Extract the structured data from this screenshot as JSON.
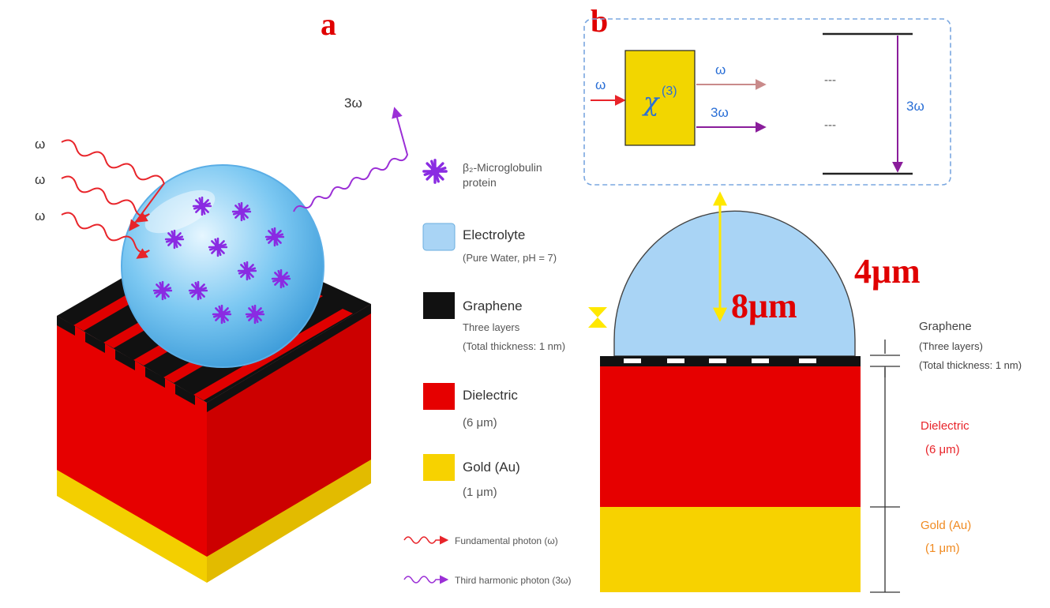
{
  "panels": {
    "a": "a",
    "b": "b"
  },
  "inputs": {
    "omega1": "ω",
    "omega2": "ω",
    "omega3": "ω",
    "output": "3ω"
  },
  "legend": {
    "protein": {
      "line1": "β₂-Microglobulin",
      "line2": "protein",
      "color": "#8a2be2"
    },
    "electrolyte": {
      "title": "Electrolyte",
      "sub": "(Pure Water, pH = 7)",
      "color": "#a9d4f5"
    },
    "graphene": {
      "title": "Graphene",
      "sub1": "Three layers",
      "sub2": "(Total thickness: 1 nm)",
      "color": "#111111"
    },
    "dielectric": {
      "title": "Dielectric",
      "sub": "(6 μm)",
      "color": "#e60000"
    },
    "gold": {
      "title": "Gold (Au)",
      "sub": "(1 μm)",
      "color": "#f7d200"
    },
    "fundamental": "Fundamental photon (ω)",
    "third": "Third harmonic photon (3ω)"
  },
  "process": {
    "input": "ω",
    "chi": "χ",
    "chi_sup": "(3)",
    "out1": "ω",
    "out2": "3ω",
    "dashes1": "---",
    "dashes2": "---",
    "transition": "3ω"
  },
  "cross_section": {
    "dim_4": "4μm",
    "dim_8": "8μm",
    "graphene": {
      "line1": "Graphene",
      "line2": "(Three layers)",
      "line3": "(Total thickness: 1 nm)"
    },
    "dielectric": {
      "line1": "Dielectric",
      "line2": "(6 μm)"
    },
    "gold": {
      "line1": "Gold (Au)",
      "line2": "(1 μm)"
    }
  }
}
